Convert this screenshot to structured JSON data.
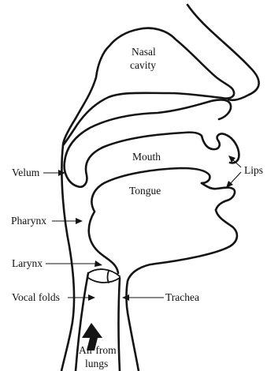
{
  "labels": {
    "nasal_cavity_line1": "Nasal",
    "nasal_cavity_line2": "cavity",
    "mouth": "Mouth",
    "tongue": "Tongue",
    "lips": "Lips",
    "velum": "Velum",
    "pharynx": "Pharynx",
    "larynx": "Larynx",
    "vocal_folds": "Vocal folds",
    "trachea": "Trachea",
    "air_from_lungs_line1": "Air from",
    "air_from_lungs_line2": "lungs"
  }
}
